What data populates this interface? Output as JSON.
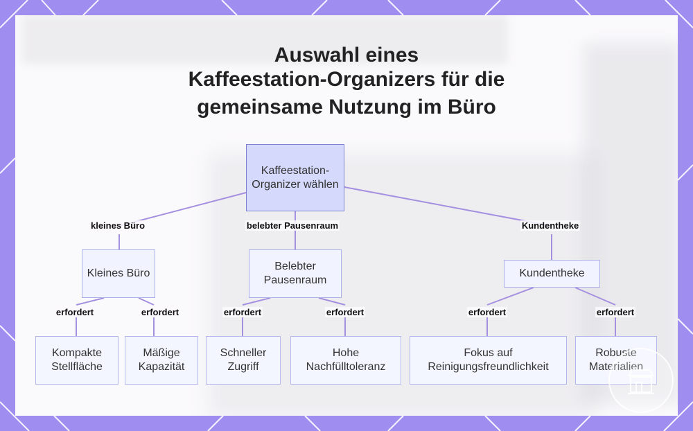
{
  "title": {
    "lines": [
      "Auswahl eines",
      "Kaffeestation-Organizers für die",
      "gemeinsame Nutzung im Büro"
    ]
  },
  "nodes": {
    "root": "Kaffeestation-Organizer wählen",
    "small_office": "Kleines Büro",
    "busy_breakroom": "Belebter Pausenraum",
    "reception": "Kundentheke",
    "compact": "Kompakte Stellfläche",
    "moderate": "Mäßige Kapazität",
    "fast_access": "Schneller Zugriff",
    "refill": "Hohe Nachfülltoleranz",
    "cleaning": "Fokus auf Reinigungsfreundlichkeit",
    "robust": "Robuste Materialien"
  },
  "edges": {
    "small_office": "kleines Büro",
    "busy_breakroom": "belebter Pausenraum",
    "reception": "Kundentheke",
    "requires_1": "erfordert",
    "requires_2": "erfordert",
    "requires_3": "erfordert",
    "requires_4": "erfordert",
    "requires_5": "erfordert",
    "requires_6": "erfordert"
  },
  "colors": {
    "frame": "#a08df0",
    "edge": "#a58fe0",
    "root_fill": "#d5d9fb",
    "node_fill": "#eef0ff"
  },
  "icons": {
    "watermark": "store-icon"
  }
}
